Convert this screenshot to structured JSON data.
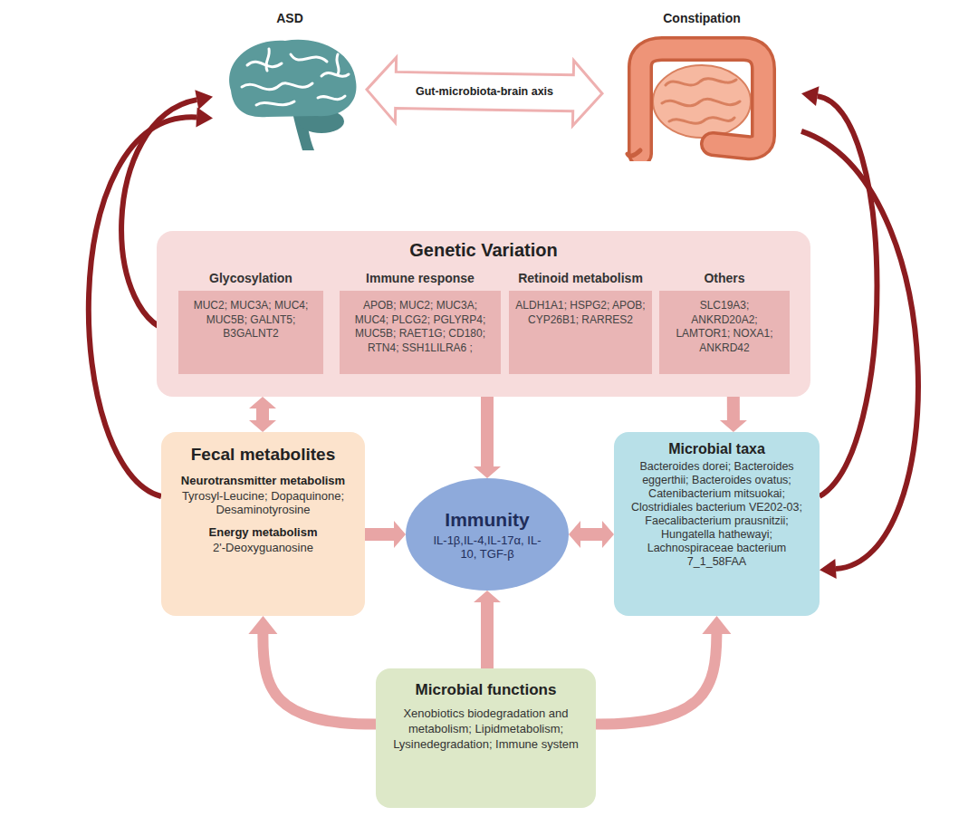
{
  "diagram": {
    "nodes": [
      {
        "text": [
          "ASD"
        ]
      },
      {
        "text": [
          "Constipation"
        ]
      },
      {
        "text": [
          "Genetic Variation"
        ]
      },
      {
        "text": [
          "Glycosylation",
          "MUC2; MUC3A; MUC4; MUC5B; GALNT5; B3GALNT2"
        ],
        "in": 2
      },
      {
        "text": [
          "Immune response",
          "APOB; MUC2; MUC3A; MUC4; PLCG2; PGLYRP4; MUC5B; RAET1G; CD180; RTN4; SSH1LILRA6 ;"
        ],
        "in": 2
      },
      {
        "text": [
          "Retinoid metabolism",
          "ALDH1A1; HSPG2; APOB; CYP26B1; RARRES2"
        ],
        "in": 2
      },
      {
        "text": [
          "Others",
          "SLC19A3; ANKRD20A2; LAMTOR1; NOXA1; ANKRD42"
        ],
        "in": 2
      },
      {
        "text": [
          "Fecal metabolites",
          "Neurotransmitter metabolism",
          "Tyrosyl-Leucine; Dopaquinone; Desaminotyrosine",
          "Energy metabolism",
          "2'-Deoxyguanosine"
        ]
      },
      {
        "text": [
          "Immunity",
          "IL-1β,IL-4,IL-17α, IL-10, TGF-β"
        ]
      },
      {
        "text": [
          "Microbial taxa",
          "Bacteroides dorei; Bacteroides eggerthii; Bacteroides ovatus; Catenibacterium mitsuokai; Clostridiales bacterium VE202-03; Faecalibacterium prausnitzii; Hungatella hathewayi; Lachnospiraceae bacterium 7_1_58FAA"
        ]
      },
      {
        "text": [
          "Microbial functions",
          "Xenobiotics biodegradation and metabolism; Lipidmetabolism; Lysinedegradation; Immune system"
        ]
      }
    ],
    "edges": [
      {
        "from": 0,
        "to": 1,
        "arrow": "both",
        "label": "Gut-microbiota-brain axis"
      },
      {
        "from": 2,
        "to": 7,
        "arrow": "both"
      },
      {
        "from": 2,
        "to": 8,
        "arrow": "to"
      },
      {
        "from": 2,
        "to": 9,
        "arrow": "to"
      },
      {
        "from": 7,
        "to": 8,
        "arrow": "to"
      },
      {
        "from": 8,
        "to": 9,
        "arrow": "both"
      },
      {
        "from": 10,
        "to": 8,
        "arrow": "to"
      },
      {
        "from": 10,
        "to": 7,
        "arrow": "to"
      },
      {
        "from": 10,
        "to": 9,
        "arrow": "to"
      },
      {
        "from": 3,
        "to": 0,
        "arrow": "to"
      },
      {
        "from": 7,
        "to": 0,
        "arrow": "to"
      },
      {
        "from": 9,
        "to": 1,
        "arrow": "to"
      },
      {
        "from": 1,
        "to": 9,
        "arrow": "to"
      }
    ]
  }
}
